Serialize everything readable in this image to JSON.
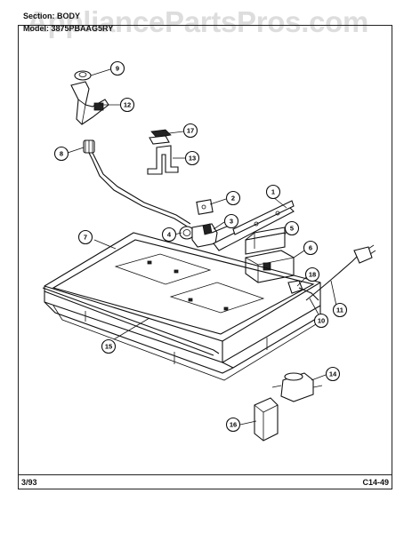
{
  "header": {
    "section": "Section:  BODY",
    "model": "Model:  3875PBAAG5RY"
  },
  "watermark": "AppliancePartsPros.com",
  "footer": {
    "date": "3/93",
    "code": "C14-49"
  },
  "callouts": {
    "c1": "1",
    "c2": "2",
    "c3": "3",
    "c4": "4",
    "c5": "5",
    "c6": "6",
    "c7": "7",
    "c8": "8",
    "c9": "9",
    "c10": "10",
    "c11": "11",
    "c12": "12",
    "c13": "13",
    "c14": "14",
    "c15": "15",
    "c16": "16",
    "c17": "17",
    "c18": "18"
  }
}
